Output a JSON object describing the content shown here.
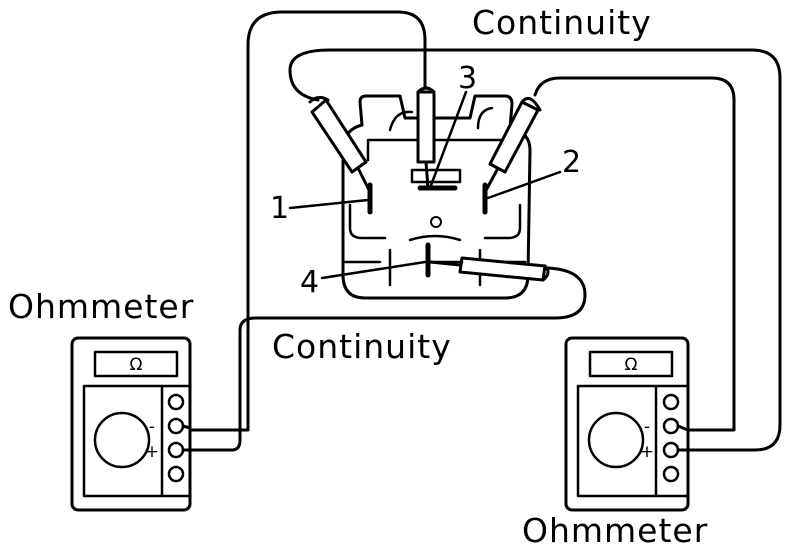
{
  "labels": {
    "continuity_top": "Continuity",
    "continuity_mid": "Continuity",
    "ohmmeter_left": "Ohmmeter",
    "ohmmeter_right": "Ohmmeter",
    "terminal_1": "1",
    "terminal_2": "2",
    "terminal_3": "3",
    "terminal_4": "4"
  },
  "meter": {
    "display_symbol": "Ω",
    "minus_sign": "-",
    "plus_sign": "+"
  },
  "colors": {
    "ink": "#000000",
    "paper": "#ffffff"
  }
}
